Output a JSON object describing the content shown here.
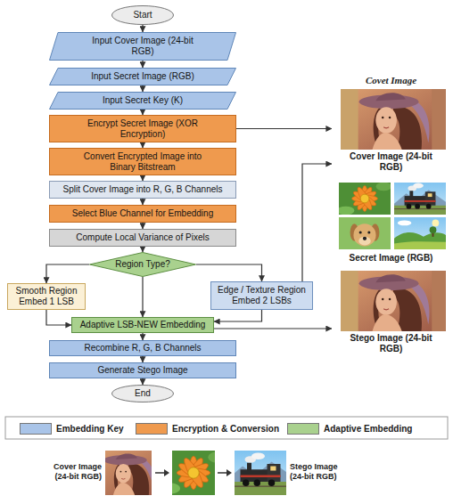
{
  "diagram": {
    "nodes": [
      {
        "text": [
          "Start"
        ]
      },
      {
        "text": [
          "Input Cover Image (24-bit RGB)"
        ]
      },
      {
        "text": [
          "Input Secret Image (RGB)"
        ]
      },
      {
        "text": [
          "Input Secret Key (K)"
        ]
      },
      {
        "text": [
          "Encrypt Secret Image (XOR Encryption)"
        ]
      },
      {
        "text": [
          "Convert Encrypted Image into Binary Bitstream"
        ]
      },
      {
        "text": [
          "Split Cover Image into R, G, B Channels"
        ]
      },
      {
        "text": [
          "Select Blue Channel for Embedding"
        ]
      },
      {
        "text": [
          "Compute Local Variance of Pixels"
        ]
      },
      {
        "text": [
          "Region Type?"
        ]
      },
      {
        "text": [
          "Smooth Region Embed 1 LSB"
        ]
      },
      {
        "text": [
          "Edge / Texture Region Embed 2 LSBs"
        ]
      },
      {
        "text": [
          "Adaptive LSB-NEW Embedding"
        ]
      },
      {
        "text": [
          "Recombine R, G, B Channels"
        ]
      },
      {
        "text": [
          "Generate Stego Image"
        ]
      },
      {
        "text": [
          "End"
        ]
      },
      {
        "text": [
          "Covet Image",
          "Cover Image (24-bit RGB)"
        ]
      },
      {
        "text": [
          "Secret Image (RGB)"
        ]
      },
      {
        "text": [
          "Stego Image (24-bit RGB)"
        ]
      }
    ],
    "edges": [
      {
        "from": 0,
        "to": 1,
        "arrow": "to"
      },
      {
        "from": 1,
        "to": 2,
        "arrow": "to"
      },
      {
        "from": 2,
        "to": 3,
        "arrow": "to"
      },
      {
        "from": 3,
        "to": 4,
        "arrow": "to"
      },
      {
        "from": 4,
        "to": 5,
        "arrow": "to"
      },
      {
        "from": 5,
        "to": 6,
        "arrow": "to"
      },
      {
        "from": 6,
        "to": 7,
        "arrow": "to"
      },
      {
        "from": 7,
        "to": 8,
        "arrow": "to"
      },
      {
        "from": 8,
        "to": 9,
        "arrow": "to"
      },
      {
        "from": 9,
        "to": 10,
        "arrow": "to"
      },
      {
        "from": 9,
        "to": 11,
        "arrow": "to"
      },
      {
        "from": 9,
        "to": 12,
        "arrow": "to"
      },
      {
        "from": 10,
        "to": 12,
        "arrow": "to"
      },
      {
        "from": 11,
        "to": 12,
        "arrow": "to"
      },
      {
        "from": 12,
        "to": 13,
        "arrow": "to"
      },
      {
        "from": 13,
        "to": 14,
        "arrow": "to"
      },
      {
        "from": 14,
        "to": 15,
        "arrow": "to"
      },
      {
        "from": 4,
        "to": 16,
        "arrow": "to"
      },
      {
        "from": 11,
        "to": 16,
        "arrow": "to"
      },
      {
        "from": 12,
        "to": 18,
        "arrow": "to"
      }
    ],
    "labels": [
      "Cover Image (24-bit RGB)",
      "Stego Image (24-bit RGB)"
    ],
    "legend": [
      {
        "text": "Embedding Key",
        "color": "#a9c4e8"
      },
      {
        "text": "Encryption & Conversion",
        "color": "#ef9a4e"
      },
      {
        "text": "Adaptive Embedding",
        "color": "#a9d18e"
      }
    ]
  }
}
